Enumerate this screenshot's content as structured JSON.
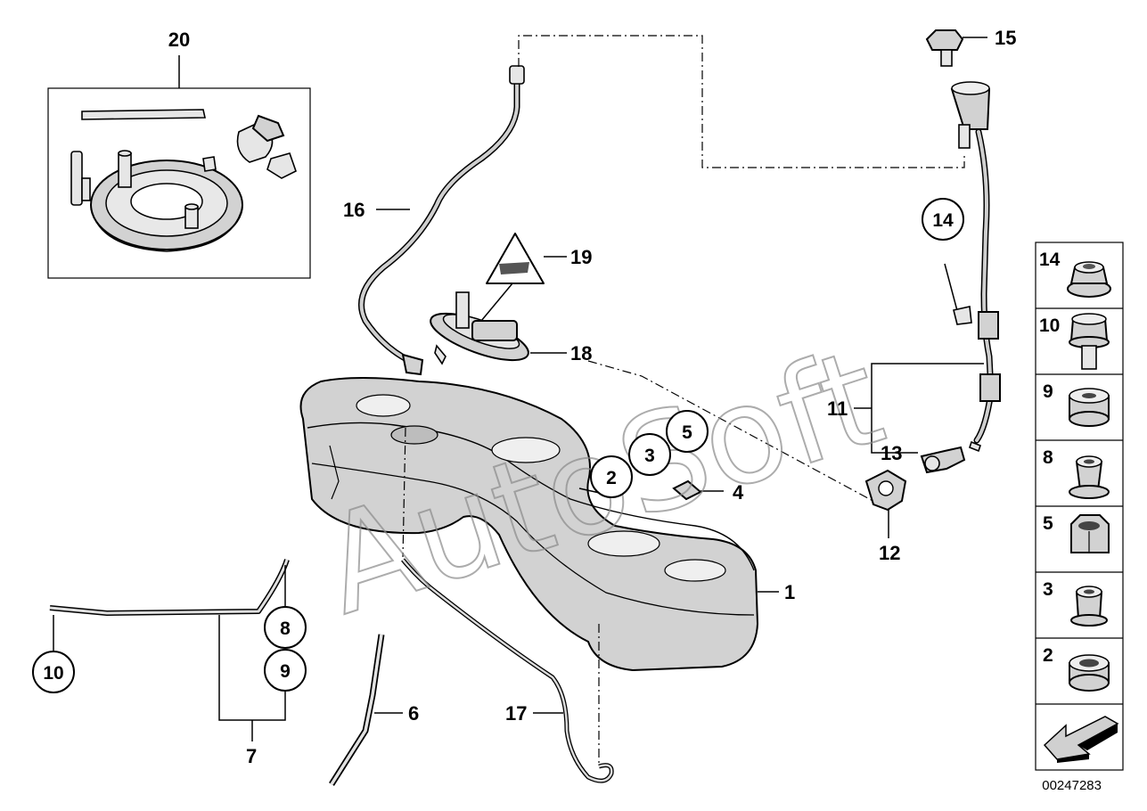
{
  "diagram": {
    "doc_number": "00247283",
    "watermark": "AutoSoft",
    "callouts": {
      "c1": "1",
      "c2": "2",
      "c3": "3",
      "c4": "4",
      "c5": "5",
      "c6": "6",
      "c7": "7",
      "c8": "8",
      "c9": "9",
      "c10": "10",
      "c11": "11",
      "c12": "12",
      "c13": "13",
      "c14": "14",
      "c15": "15",
      "c16": "16",
      "c17": "17",
      "c18": "18",
      "c19": "19",
      "c20": "20"
    },
    "legend": [
      {
        "label": "14",
        "icon": "hex-flange-nut-icon"
      },
      {
        "label": "10",
        "icon": "hex-bolt-icon"
      },
      {
        "label": "9",
        "icon": "rubber-grommet-icon"
      },
      {
        "label": "8",
        "icon": "spacer-sleeve-icon"
      },
      {
        "label": "5",
        "icon": "hex-nut-icon"
      },
      {
        "label": "3",
        "icon": "bushing-icon"
      },
      {
        "label": "2",
        "icon": "rubber-ring-icon"
      },
      {
        "label": "",
        "icon": "direction-arrow-icon"
      }
    ]
  }
}
